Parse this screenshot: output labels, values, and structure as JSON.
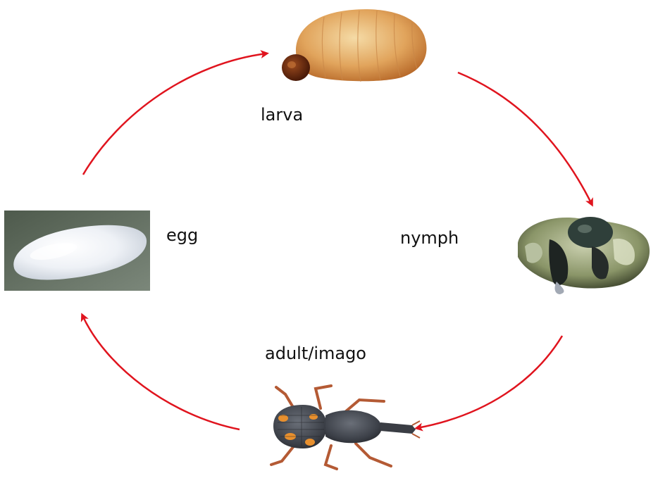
{
  "stages": {
    "larva": "larva",
    "egg": "egg",
    "nymph": "nymph",
    "adult": "adult/imago"
  },
  "colors": {
    "arrow": "#e0141e",
    "background": "#ffffff"
  },
  "icons": {
    "larva": "larva-grub-icon",
    "egg": "egg-icon",
    "nymph": "pupa-nymph-icon",
    "adult": "weevil-beetle-icon"
  }
}
